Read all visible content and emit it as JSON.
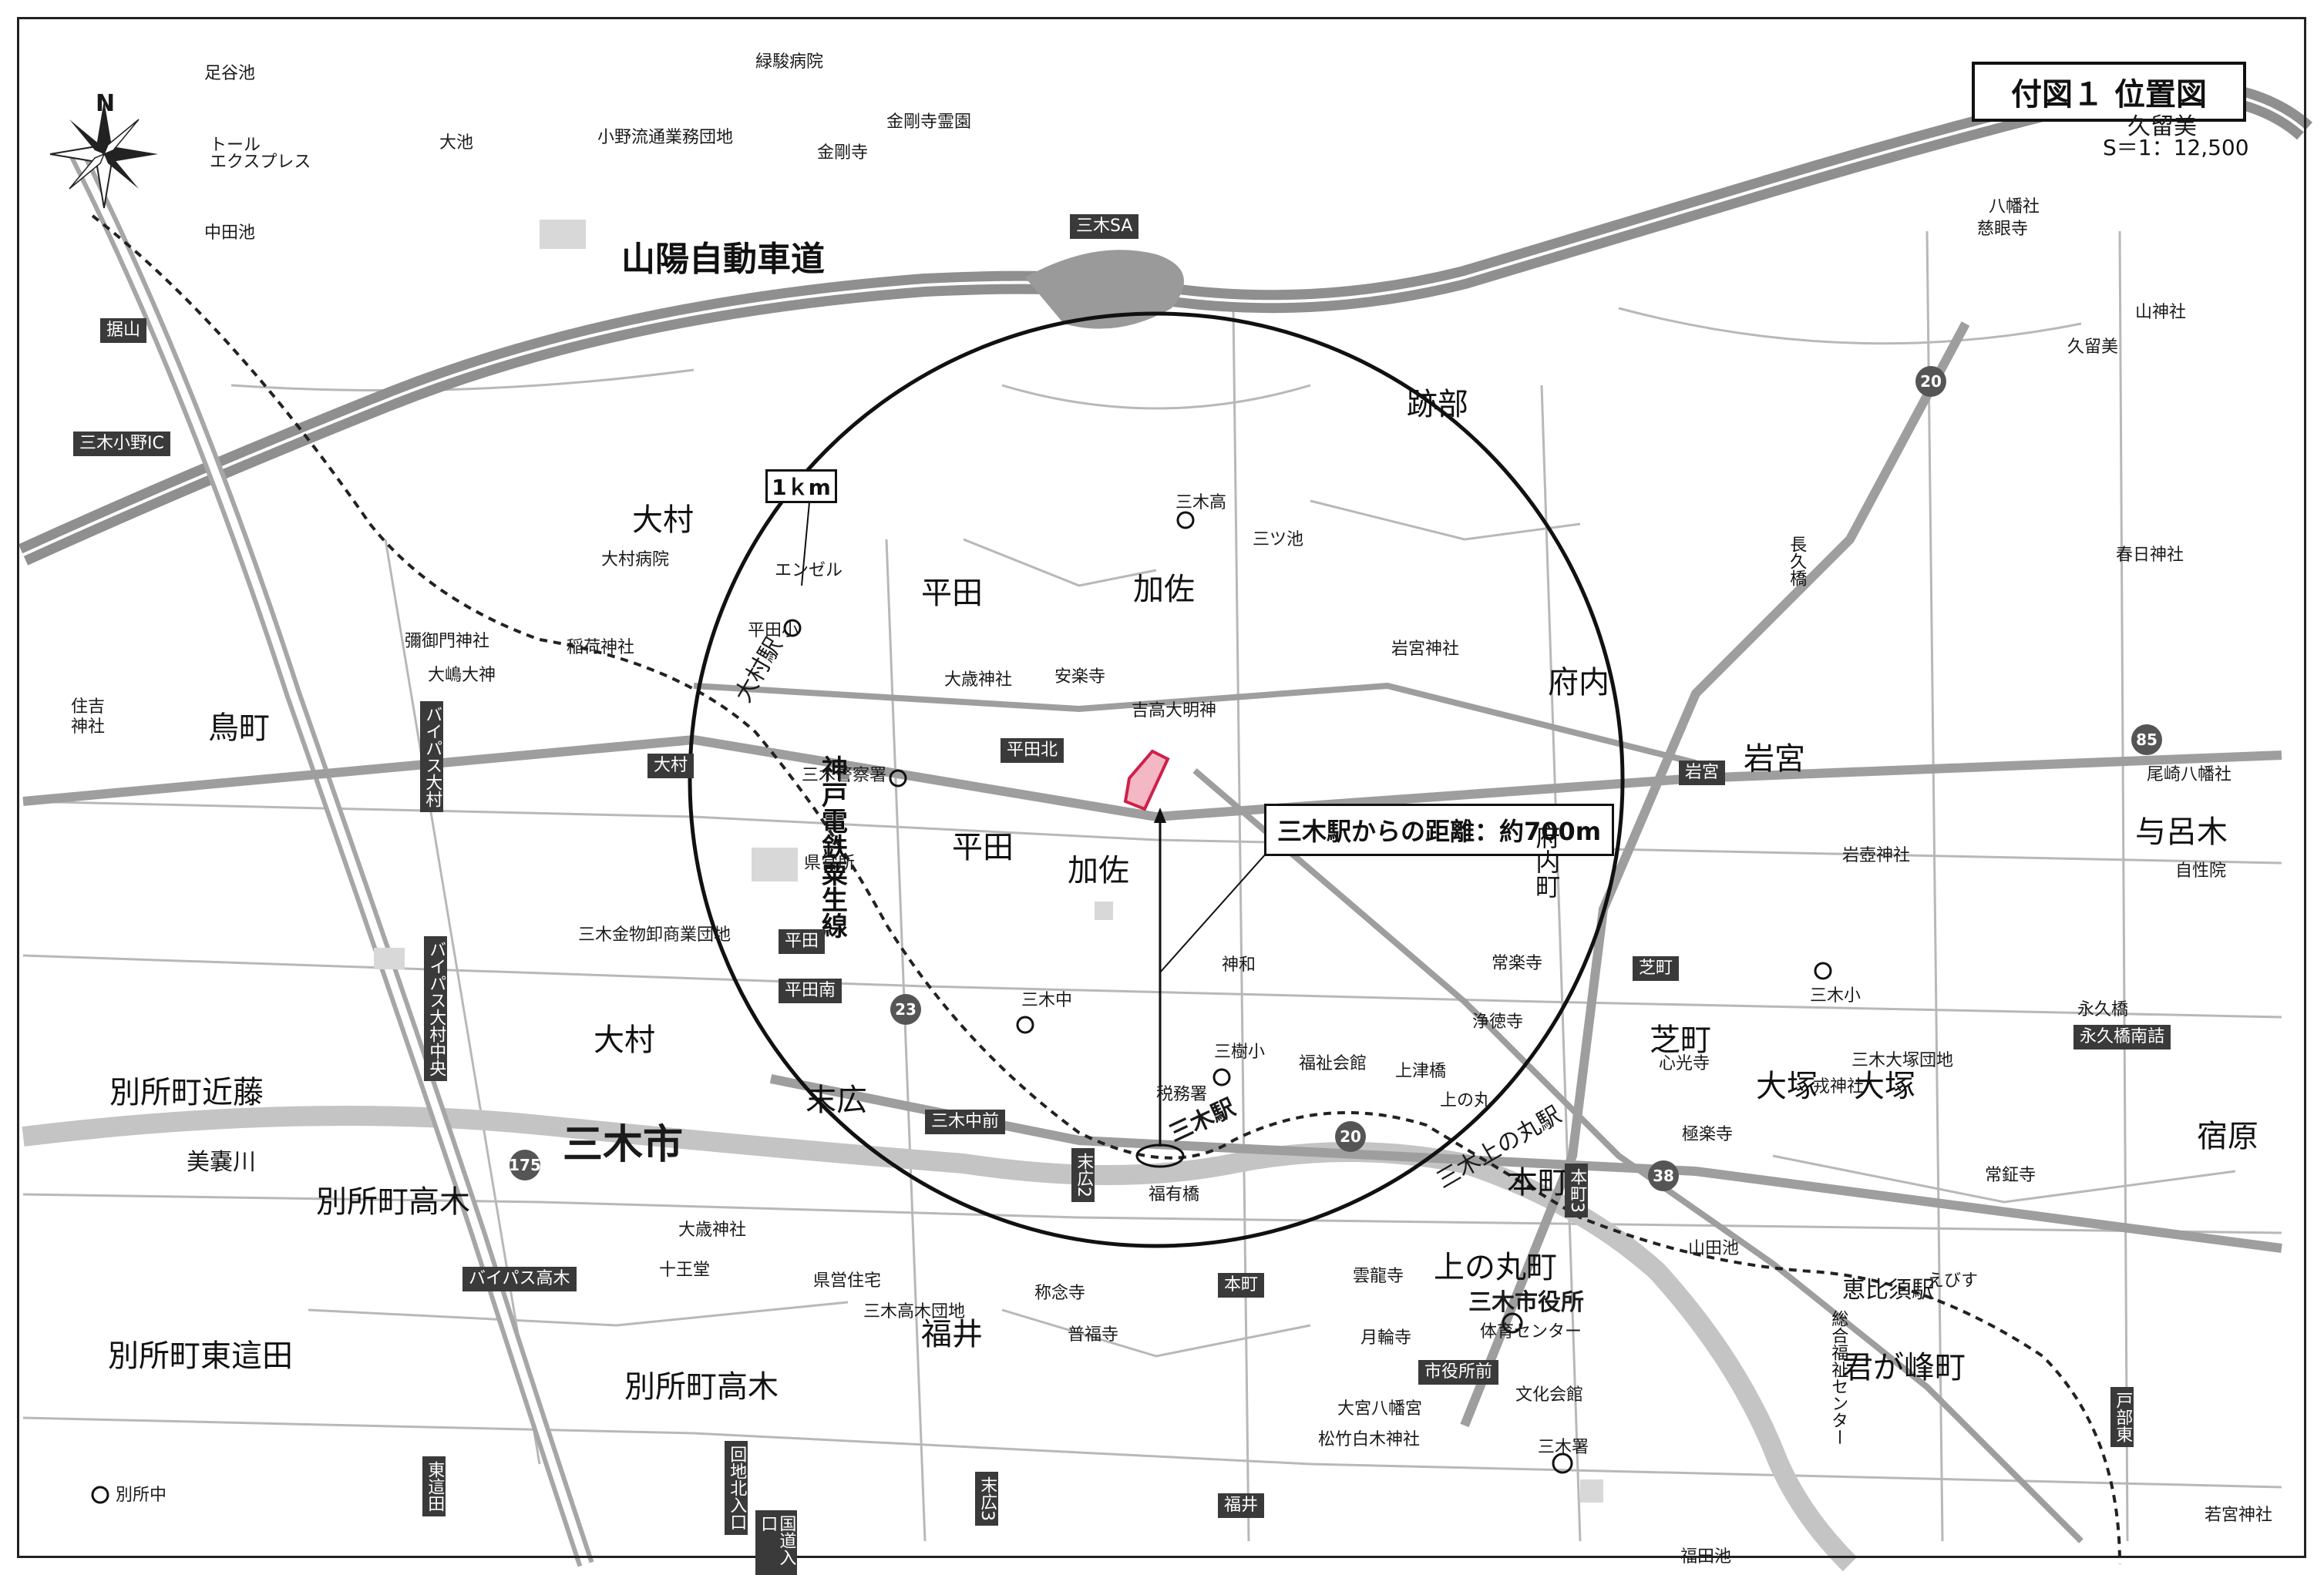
{
  "title": "付図１ 位置図",
  "scale": "S＝1：12,500",
  "distance_label": "三木駅からの距離：約700m",
  "radius_label": "1ｋm",
  "compass": "N",
  "city": "三木市",
  "highway": "山陽自動車道",
  "sa": "三木SA",
  "interchange": "三木小野IC",
  "rail_line": "神戸電鉄粟生線",
  "stations": {
    "ohmura": "大村駅",
    "miki": "三木駅",
    "kaminomaru": "三木上の丸駅",
    "ebisu": "恵比須駅"
  },
  "districts": {
    "atobe": "跡部",
    "ohmura_n": "大村",
    "hirata_n": "平田",
    "kasa_n": "加佐",
    "hirata_s": "平田",
    "kasa_s": "加佐",
    "fuchi": "府内",
    "fuchi_machi": "府内町",
    "iwamiya": "岩宮",
    "yoroki": "与呂木",
    "shimamachi": "鳥町",
    "besshochokondo": "別所町近藤",
    "ohmura_s": "大村",
    "suehiro": "末広",
    "besshotakagi_n": "別所町高木",
    "besshohigashi": "別所町東這田",
    "besshotakagi_s": "別所町高木",
    "fukui": "福井",
    "kaminomaru_cho": "上の丸町",
    "honmachi": "本町",
    "shibamachi": "芝町",
    "otsuka1": "大塚",
    "otsuka2": "大塚",
    "shukuhara": "宿原",
    "kimigamine": "君が峰町",
    "kurumi": "久留美",
    "mino_river": "美嚢川"
  },
  "facilities": {
    "toll": "トール\nエクスプレス",
    "onoryutsu": "小野流通業務団地",
    "kongoji_cem": "金剛寺霊園",
    "kongoji": "金剛寺",
    "ryokuryo": "緑駿病院",
    "hirata_es": "平田小",
    "ohmura_hosp": "大村病院",
    "miki_hs": "三木高",
    "mitsuike": "三ツ池",
    "enzeru": "エンゼル",
    "police": "三木警察署",
    "miki_jhs": "三木中",
    "miki_shoss": "三樹小",
    "tax": "税務署",
    "fukushikaikan": "福祉会館",
    "city_hall": "三木市役所",
    "bunka": "文化会館",
    "fire": "三木署",
    "oroshi": "三木金物卸商業団地",
    "miki_es": "三木小",
    "otsukadanchi": "三木大塚団地",
    "takagidanchi": "三木高木団地",
    "bessho_jhs": "別所中",
    "kenei": "県営住宅",
    "juoudo": "十王堂",
    "ashitaraike": "足谷池",
    "ohike": "大池",
    "nakadaike": "中田池",
    "yamadaike": "山田池",
    "fukudaike": "福田池",
    "kaminoma": "上の丸",
    "sogofukushi": "総合福祉センター",
    "taiiku": "体育センター",
    "shinwa": "神和",
    "kenpou": "県営所"
  },
  "shrines": {
    "ohtoshi": "大歳神社",
    "anrakuji": "安楽寺",
    "kichitaka": "吉高大明神",
    "iwamiya_j": "岩宮神社",
    "inari": "稲荷神社",
    "tamamikado": "彌御門神社",
    "ohshima": "大嶋大神",
    "sumiyoshi": "住吉\n神社",
    "ohtoshi2": "大歳神社",
    "shoganji": "称念寺",
    "fukufukuji": "普福寺",
    "unryuji": "雲龍寺",
    "gachirinji": "月輪寺",
    "ohmiya": "大宮八幡宮",
    "matsutake": "松竹白木神社",
    "jourakuji": "常楽寺",
    "joutokuji": "浄徳寺",
    "shinkouji": "心光寺",
    "gokurakuji": "極楽寺",
    "ebisu_j": "えびす",
    "kasuga": "春日神社",
    "yamakami": "山神社",
    "hachiman": "八幡社",
    "jigen": "慈眼寺",
    "obao": "尾崎八幡社",
    "iwatsubo": "岩壺神社",
    "jiseiin": "自性院",
    "ebisu_s": "戎神社",
    "jojuji": "常鉦寺",
    "wakamiya": "若宮神社",
    "kurume": "久留美"
  },
  "intersections": {
    "sakayama": "据山",
    "ohmura_x": "大村",
    "hirataminami": "平田南",
    "hirata_x": "平田",
    "hiratakita": "平田北",
    "miki_naka": "三木中前",
    "suehiro2": "末広2",
    "suehiro3": "末広3",
    "honmachi_x": "本町",
    "honmachi3": "本町3",
    "shiba": "芝町",
    "nagahisa_s": "永久橋南詰",
    "shiyakusho": "市役所前",
    "fukui_x": "福井",
    "takagi": "バイパス高木",
    "bypass_ohmura": "バイパス大村",
    "bypass_naka": "バイパス大村中央",
    "iwamiya_x": "岩宮",
    "tobunnan": "戸部東",
    "kitacho": "回地北入口",
    "higashiteda": "東這田",
    "kokudo": "国道入口"
  },
  "routes": [
    "175",
    "20",
    "23",
    "38",
    "85"
  ],
  "marks": {
    "bridge": "福有橋",
    "nagahisabashi": "永久橋",
    "nagakubashi": "長久橋",
    "kamitsu": "上津橋"
  }
}
